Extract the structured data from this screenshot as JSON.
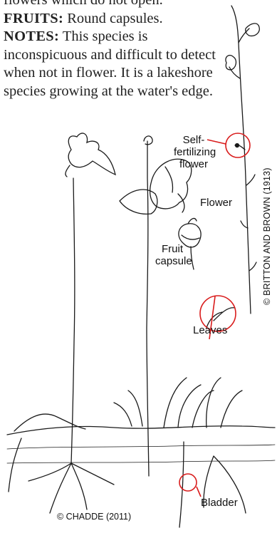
{
  "text": {
    "line0": "flowers which do not open.",
    "fruits_heading": "FRUITS:",
    "fruits_text": "Round capsules.",
    "notes_heading": "NOTES:",
    "notes_text": "This species is inconspicuous and difficult to detect when not in flower. It is a lakeshore species growing at the water's edge."
  },
  "labels": {
    "self_fertilizing_1": "Self-",
    "self_fertilizing_2": "fertilizing",
    "self_fertilizing_3": "flower",
    "flower": "Flower",
    "fruit_1": "Fruit",
    "fruit_2": "capsule",
    "leaves": "Leaves",
    "bladder": "Bladder"
  },
  "credits": {
    "britton": "© BRITTON AND BROWN (1913)",
    "chadde": "© CHADDE (2011)"
  },
  "colors": {
    "callout": "#d91c1c",
    "ink": "#1a1a1a"
  }
}
